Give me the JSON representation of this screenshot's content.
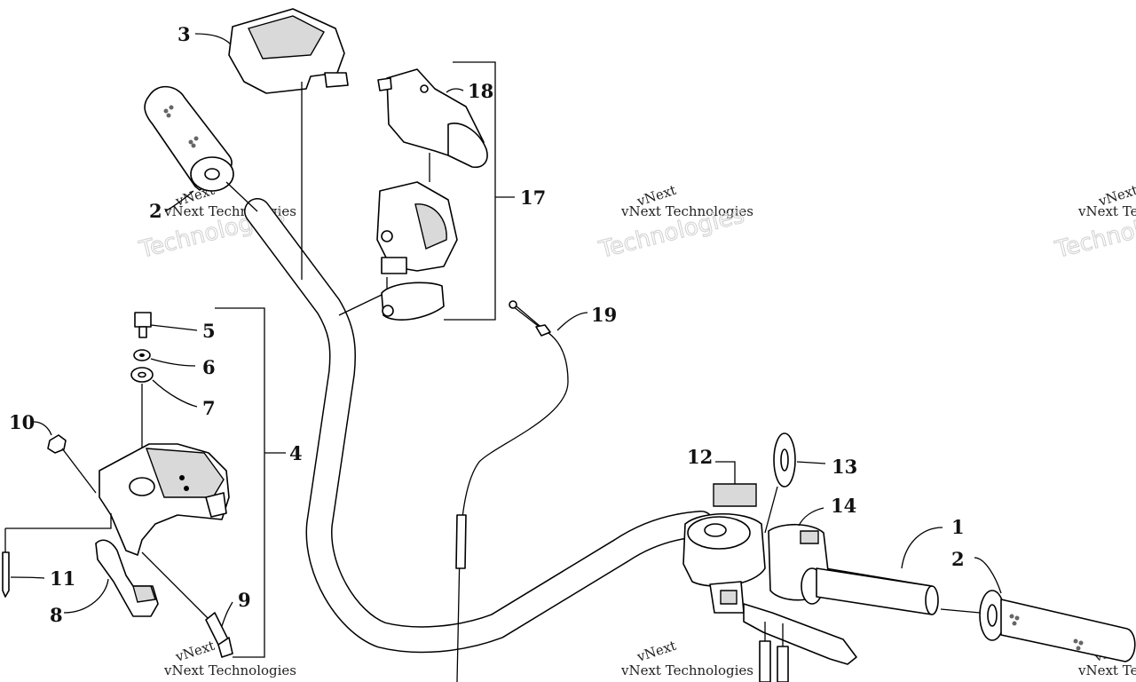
{
  "callouts": {
    "c1": "1",
    "c2a": "2",
    "c2b": "2",
    "c3": "3",
    "c4": "4",
    "c5": "5",
    "c6": "6",
    "c7": "7",
    "c8": "8",
    "c9": "9",
    "c10": "10",
    "c11": "11",
    "c12": "12",
    "c13": "13",
    "c14": "14",
    "c17": "17",
    "c18": "18",
    "c19": "19"
  },
  "watermark": {
    "brand": "vNext",
    "company": "vNext Technologies",
    "word": "Technologies"
  }
}
